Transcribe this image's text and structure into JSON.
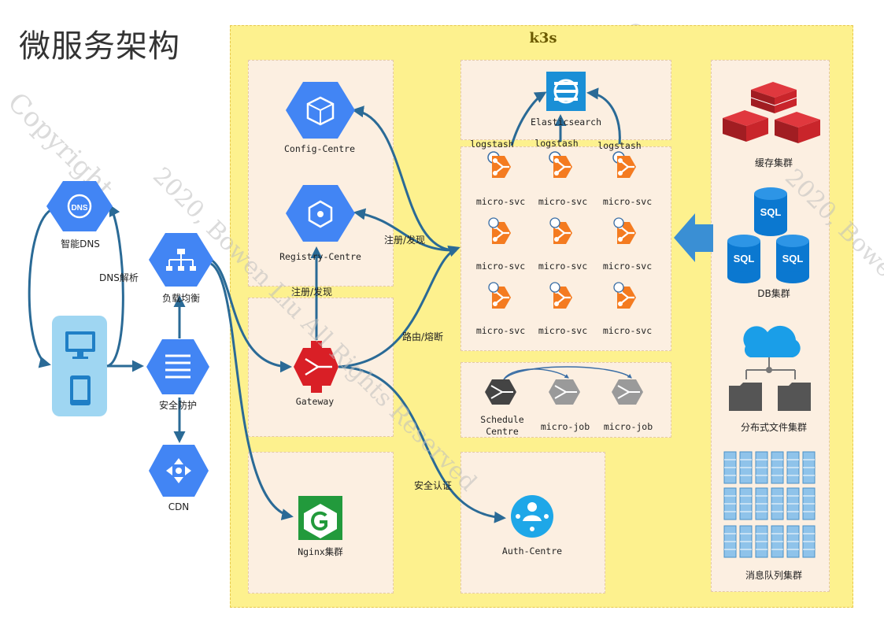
{
  "title": "微服务架构",
  "k3s_label": "k3s",
  "nodes": {
    "dns": "智能DNS",
    "lb": "负载均衡",
    "security": "安全防护",
    "cdn": "CDN",
    "config": "Config-Centre",
    "registry": "Registry-Centre",
    "gateway": "Gateway",
    "nginx": "Nginx集群",
    "elasticsearch": "Elasticsearch",
    "logstash": [
      "logstash",
      "logstash",
      "logstash"
    ],
    "micro_svc": [
      "micro-svc",
      "micro-svc",
      "micro-svc",
      "micro-svc",
      "micro-svc",
      "micro-svc",
      "micro-svc",
      "micro-svc",
      "micro-svc"
    ],
    "schedule_line1": "Schedule",
    "schedule_line2": "Centre",
    "micro_job": [
      "micro-job",
      "micro-job"
    ],
    "auth": "Auth-Centre",
    "cache": "缓存集群",
    "db": "DB集群",
    "fs": "分布式文件集群",
    "mq": "消息队列集群",
    "sql": "SQL"
  },
  "edges": {
    "dns_resolve": "DNS解析",
    "register_discover_1": "注册/发现",
    "register_discover_2": "注册/发现",
    "route_fuse": "路由/熔断",
    "auth": "安全认证"
  },
  "watermark": {
    "copyright": "Copyright",
    "notice": "2020, Bowen Liu All Rights Reserved"
  },
  "colors": {
    "hex_blue": "#4285f4",
    "arrow": "#2a6a96",
    "svc_orange": "#f47b20",
    "gateway_red": "#d91f26",
    "redis_red": "#c9252b",
    "db_blue": "#0b78d0",
    "nginx_green": "#229a3c",
    "job_gray": "#9a9a9a"
  }
}
